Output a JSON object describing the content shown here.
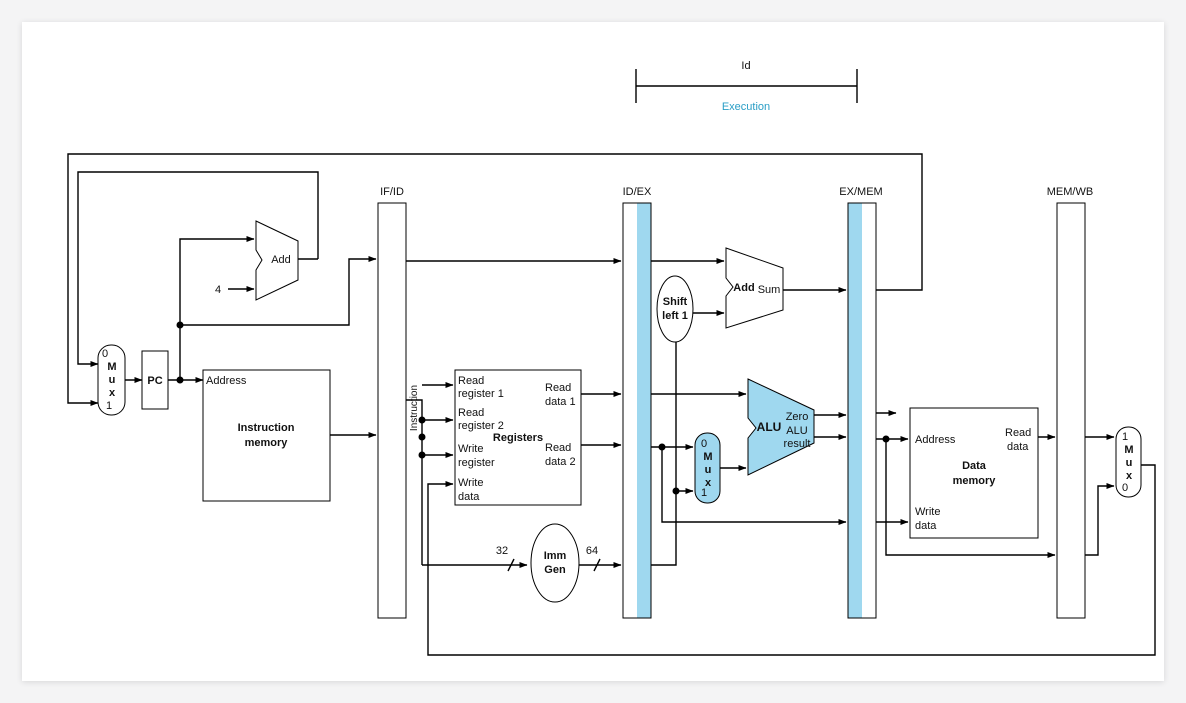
{
  "stage": {
    "top_label": "Id",
    "name": "Execution"
  },
  "pipeline_registers": {
    "ifid": "IF/ID",
    "idex": "ID/EX",
    "exmem": "EX/MEM",
    "memwb": "MEM/WB"
  },
  "pc": {
    "label": "PC"
  },
  "mux_pc": {
    "in0": "0",
    "in1": "1",
    "letters": [
      "M",
      "u",
      "x"
    ]
  },
  "mux_alu": {
    "in0": "0",
    "in1": "1",
    "letters": [
      "M",
      "u",
      "x"
    ]
  },
  "mux_wb": {
    "in0": "0",
    "in1": "1",
    "letters": [
      "M",
      "u",
      "x"
    ]
  },
  "adder_pc": {
    "label": "Add",
    "const": "4"
  },
  "instruction_memory": {
    "title_1": "Instruction",
    "title_2": "memory",
    "address": "Address",
    "out": "Instruction"
  },
  "registers": {
    "title": "Registers",
    "read_reg1_a": "Read",
    "read_reg1_b": "register 1",
    "read_reg2_a": "Read",
    "read_reg2_b": "register 2",
    "write_reg_a": "Write",
    "write_reg_b": "register",
    "write_data_a": "Write",
    "write_data_b": "data",
    "read_data1_a": "Read",
    "read_data1_b": "data 1",
    "read_data2_a": "Read",
    "read_data2_b": "data 2"
  },
  "imm_gen": {
    "title_1": "Imm",
    "title_2": "Gen",
    "in_bits": "32",
    "out_bits": "64"
  },
  "shift": {
    "title_1": "Shift",
    "title_2": "left 1"
  },
  "adder_branch": {
    "label": "Add",
    "out": "Sum"
  },
  "alu": {
    "label": "ALU",
    "zero": "Zero",
    "result_a": "ALU",
    "result_b": "result"
  },
  "data_memory": {
    "title_1": "Data",
    "title_2": "memory",
    "address": "Address",
    "read_a": "Read",
    "read_b": "data",
    "write_a": "Write",
    "write_b": "data"
  },
  "colors": {
    "highlight": "#9fd8ef",
    "annotation": "#2a9ec6"
  }
}
